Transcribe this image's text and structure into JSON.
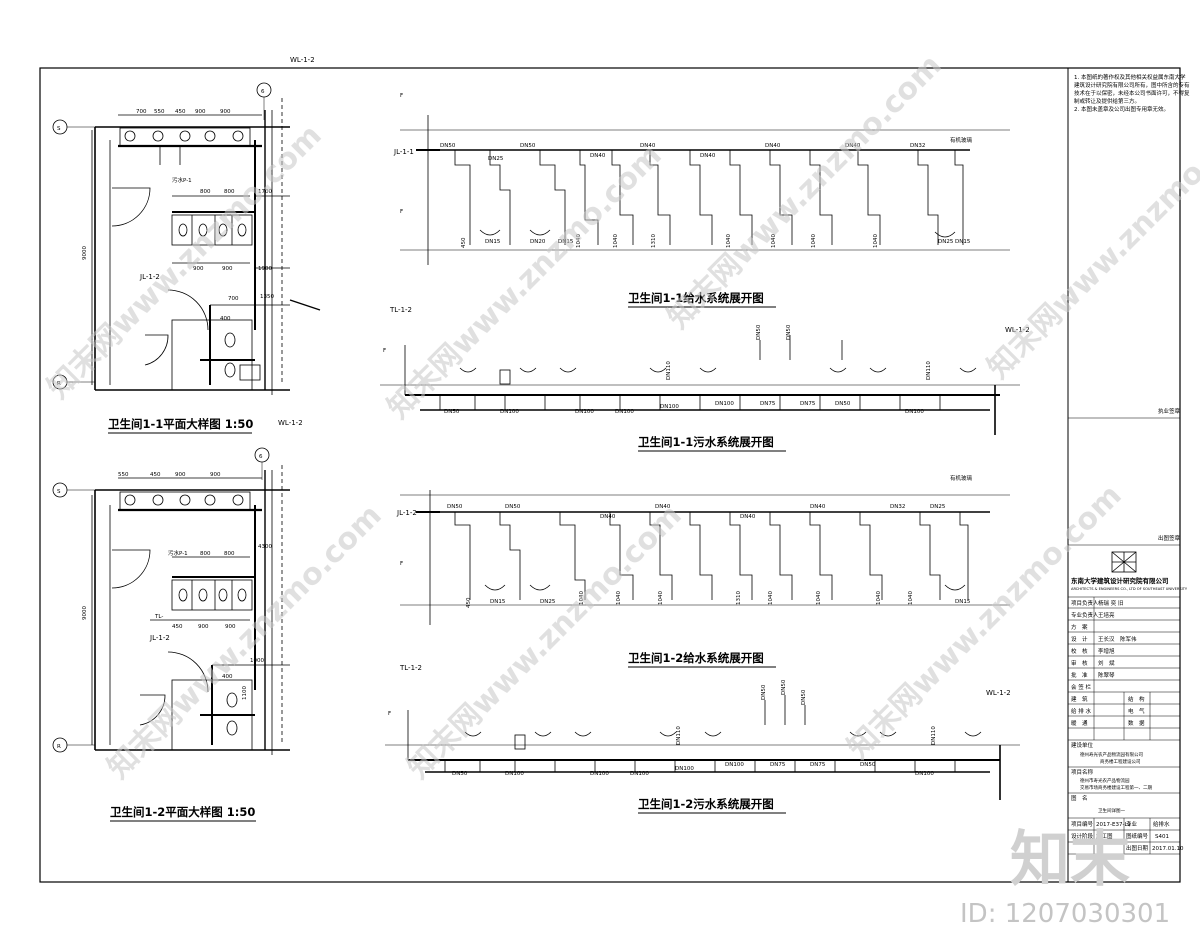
{
  "drawing": {
    "ref_top": "WL-1-2",
    "plan1_title": "卫生间1-1平面大样图 1:50",
    "plan2_title": "卫生间1-2平面大样图 1:50",
    "sys1_water_title": "卫生间1-1给水系统展开图",
    "sys1_waste_title": "卫生间1-1污水系统展开图",
    "sys2_water_title": "卫生间1-2给水系统展开图",
    "sys2_waste_title": "卫生间1-2污水系统展开图",
    "plan1_dims_top": [
      "700",
      "550",
      "450",
      "900",
      "900"
    ],
    "plan1_dims_mid": [
      "800",
      "800"
    ],
    "plan1_dims_mid2": [
      "900",
      "900"
    ],
    "plan1_dims_right": [
      "1700",
      "1900",
      "1350"
    ],
    "plan1_small": [
      "700",
      "400"
    ],
    "plan2_dims_top": [
      "550",
      "450",
      "900",
      "900"
    ],
    "plan2_dims_mid": [
      "800",
      "800"
    ],
    "plan2_dims_mid2": [
      "450",
      "900",
      "900"
    ],
    "plan2_dims_right": [
      "4300",
      "1000"
    ],
    "plan2_small": [
      "1100",
      "400"
    ],
    "overall_dim": "9000",
    "axis_s": "S",
    "axis_r": "R",
    "axis_6": "6",
    "jl_label": "JL-1-2",
    "jl_label_a": "JL-1-1",
    "tl_label": "TL-1-2",
    "tl_label_short": "TL-",
    "wl_label": "WL-1-2",
    "wl_label_short": "WL-1-2",
    "fixture_label": "污水P-1",
    "fixture_label2": "污水P-1",
    "elev_label": "有机玻璃",
    "dn": {
      "dn50": "DN50",
      "dn40": "DN40",
      "dn32": "DN32",
      "dn25": "DN25",
      "dn20": "DN20",
      "dn15": "DN15",
      "dn75": "DN75",
      "dn100": "DN100",
      "dn110": "DN110"
    },
    "h_vals": [
      "1040",
      "1040",
      "1040",
      "1310",
      "1040",
      "1040",
      "1040",
      "1040",
      "450",
      "1040",
      "1040"
    ],
    "f_mark": "F"
  },
  "title_block": {
    "notes": [
      "1. 本图纸的著作权及其他相关权益属东南大学",
      "建筑设计研究院有限公司所有，图中所含的专有",
      "技术在于以保密，未经本公司书面许可，不得复",
      "制或转让及提供给第三方。",
      "2. 本图未盖章及公司出图专用章无效。"
    ],
    "stamp1": "执业签章",
    "stamp2": "出图签章",
    "company_cn": "东南大学建筑设计研究院有限公司",
    "company_en": "ARCHITECTS & ENGINEERS CO., LTD OF SOUTHEAST UNIVERSITY",
    "rows": [
      {
        "k": "项目负责人",
        "v": "杨瑞  奕  旧"
      },
      {
        "k": "专业负责人",
        "v": "王培亮"
      },
      {
        "k": "方　案",
        "v": ""
      },
      {
        "k": "设　计",
        "v": "王长汉　陈军伟"
      },
      {
        "k": "校　核",
        "v": "李增旭"
      },
      {
        "k": "审　核",
        "v": "刘　斌"
      },
      {
        "k": "批　准",
        "v": "陈翠琴"
      }
    ],
    "sign_header": [
      "会 签 栏",
      "",
      ""
    ],
    "sign_rows": [
      [
        "建　筑",
        "",
        "结　构"
      ],
      [
        "给 排 水",
        "",
        "电　气"
      ],
      [
        "暖　通",
        "",
        "数　据"
      ]
    ],
    "client_label": "建设单位",
    "client_value_1": "德州寿光农产品物流园有限公司",
    "client_value_2": "商务楼工程建设公司",
    "project_label": "项目名称",
    "project_value_1": "德州市寿光农产品物流园",
    "project_value_2": "交易市场商务楼建设工程第一、二期",
    "drawing_label": "图　名",
    "drawing_value": "卫生间详图一",
    "project_no_label": "项目编号",
    "project_no": "2017-E37-L2",
    "phase_label": "设计阶段",
    "phase": "施工图",
    "sheet_no_label": "图纸编号",
    "sheet_no": "S401",
    "date_label": "出图日期",
    "date": "2017.01.10",
    "spec_label": "专业",
    "spec": "给排水"
  },
  "branding": {
    "logo_text": "知末",
    "watermark": "知末网www.znzmo.com",
    "watermark_url": "znzmo.com",
    "id_text": "ID: 1207030301"
  }
}
